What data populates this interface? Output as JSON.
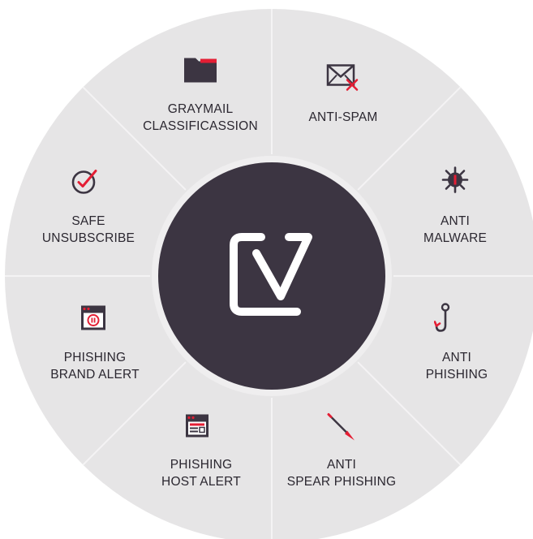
{
  "colors": {
    "ring": "#e6e5e6",
    "divider": "#f4f3f4",
    "center": "#3c3542",
    "accent": "#e41e34",
    "icon_dark": "#3c3542",
    "text": "#2b2730",
    "logo": "#ffffff"
  },
  "center_logo": {
    "icon": "checkmark-bracket-logo"
  },
  "segments": [
    {
      "id": "graymail",
      "icon": "folder-icon",
      "lines": [
        "GRAYMAIL",
        "CLASSIFICASSION"
      ]
    },
    {
      "id": "anti-spam",
      "icon": "envelope-x-icon",
      "lines": [
        "ANTI-SPAM"
      ]
    },
    {
      "id": "anti-malware",
      "icon": "virus-icon",
      "lines": [
        "ANTI",
        "MALWARE"
      ]
    },
    {
      "id": "anti-phishing",
      "icon": "fish-hook-icon",
      "lines": [
        "ANTI",
        "PHISHING"
      ]
    },
    {
      "id": "anti-spear-phishing",
      "icon": "spear-icon",
      "lines": [
        "ANTI",
        "SPEAR PHISHING"
      ]
    },
    {
      "id": "phishing-host-alert",
      "icon": "browser-window-icon",
      "lines": [
        "PHISHING",
        "HOST ALERT"
      ]
    },
    {
      "id": "phishing-brand-alert",
      "icon": "browser-pause-icon",
      "lines": [
        "PHISHING",
        "BRAND ALERT"
      ]
    },
    {
      "id": "safe-unsubscribe",
      "icon": "check-circle-icon",
      "lines": [
        "SAFE",
        "UNSUBSCRIBE"
      ]
    }
  ]
}
